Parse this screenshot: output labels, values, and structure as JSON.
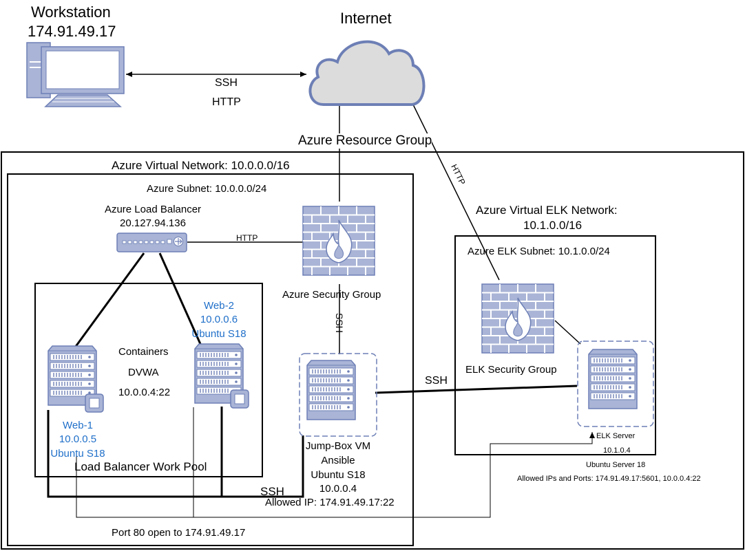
{
  "workstation": {
    "title": "Workstation",
    "ip": "174.91.49.17"
  },
  "internet": {
    "label": "Internet"
  },
  "ws_link": {
    "line1": "SSH",
    "line2": "HTTP"
  },
  "resource_group": {
    "label": "Azure Resource Group"
  },
  "vnet": {
    "label": "Azure Virtual Network: 10.0.0.0/16"
  },
  "subnet": {
    "label": "Azure Subnet: 10.0.0.0/24"
  },
  "load_balancer": {
    "name": "Azure Load Balancer",
    "ip": "20.127.94.136"
  },
  "lb_link": {
    "label": "HTTP"
  },
  "security_group": {
    "label": "Azure Security Group"
  },
  "sg_jump_link": {
    "label": "SSH"
  },
  "internet_elk_link": {
    "label": "HTTP"
  },
  "web2": {
    "name": "Web-2",
    "ip": "10.0.0.6",
    "os": "Ubuntu S18"
  },
  "web1": {
    "name": "Web-1",
    "ip": "10.0.0.5",
    "os": "Ubuntu S18"
  },
  "containers": {
    "line1": "Containers",
    "line2": "DVWA",
    "line3": "10.0.0.4:22"
  },
  "work_pool": {
    "label": "Load Balancer Work Pool"
  },
  "jumpbox": {
    "name": "Jump-Box VM",
    "role": "Ansible",
    "os": "Ubuntu S18",
    "ip": "10.0.0.4",
    "allowed": "Allowed IP: 174.91.49.17:22"
  },
  "ssh_bottom": {
    "label": "SSH"
  },
  "port80": {
    "label": "Port 80 open to 174.91.49.17"
  },
  "elk_vnet": {
    "line1": "Azure Virtual ELK Network:",
    "line2": "10.1.0.0/16"
  },
  "elk_subnet": {
    "label": "Azure ELK Subnet: 10.1.0.0/24"
  },
  "elk_sg": {
    "label": "ELK Security Group"
  },
  "jump_elk_link": {
    "label": "SSH"
  },
  "elk_server": {
    "name": "ELK Server",
    "ip": "10.1.0.4",
    "os": "Ubuntu Server 18",
    "allowed": "Allowed IPs and Ports: 174.91.49.17:5601, 10.0.0.4:22"
  },
  "colors": {
    "icon_fill": "#a9b4d6",
    "icon_stroke": "#6d7fb5",
    "link_text": "#1f6fc9"
  },
  "icons": [
    "desktop-icon",
    "cloud-icon",
    "firewall-icon",
    "server-icon",
    "load-balancer-icon"
  ]
}
